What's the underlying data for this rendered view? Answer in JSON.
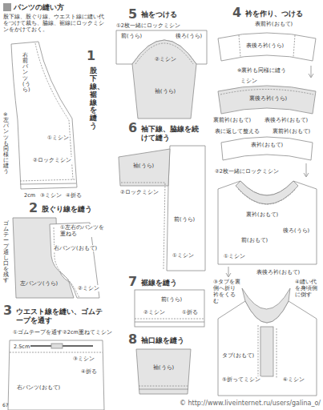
{
  "diagram": {
    "title": "パンツの縫い方",
    "labels": [
      "股下線、股ぐり線、ウエスト線に縫い代をつけて裁ち、脇線、裾線にロックミシンをかけておく。",
      "1",
      "股下線、裾線を縫う",
      "右前パンツ(うら)",
      "※左パンツも同様に縫う",
      "①ミシン",
      "②ロックミシン",
      "2cm",
      "③ミシン",
      "④折る",
      "2",
      "股ぐり線を縫う",
      "ゴムテープ通し口を残す",
      "①左右のパンツを重ねる",
      "左パンツ(うら)",
      "右パンツ(おもて)",
      "②ミシン",
      "3",
      "ウエスト線を縫い、ゴムテープを通す",
      "①ゴムテープを通す",
      "②2cm重ねてミシン",
      "③ミシン",
      "2.5cm",
      "④折る",
      "右パンツ(おもて)",
      "5",
      "袖をつける",
      "①2枚一緒にロックミシン",
      "前(うら)",
      "後ろ(うら)",
      "②ミシン",
      "袖(うら)",
      "6",
      "袖下線、脇線を続けて縫う",
      "袖(うら)",
      "②ロックミシン",
      "前(うら)",
      "①ミシン",
      "7",
      "裾線を縫う",
      "前(うら)",
      "①折る",
      "②ミシン",
      "8",
      "袖口線を縫う",
      "袖(うら)",
      "4",
      "衿を作り、つける",
      "表前衿(おもて)",
      "表後ろ衿(うら)",
      "※裏衿も同様に縫う",
      "ミシン",
      "裏後ろ衿(うら)",
      "裏前衿(おもて)",
      "表後ろ衿(おもて)",
      "表に返して整える",
      "裏前衿(おもて)",
      "表衿(おもて)",
      "②2枚一緒にロックミシン",
      "①ミシン",
      "後ろ(うら)",
      "裏衿(おもて)",
      "前(おもて)",
      "表後ろ衿(おもて)",
      "③タブを裏側へ折り衿をくるむ",
      "④縫い代を身頃側に倒す",
      "タブ(おもて)",
      "⑤折ってミシン",
      "⑥ミシン",
      "67",
      "© http://www.liveinternet.ru/users/galina_o/"
    ]
  }
}
